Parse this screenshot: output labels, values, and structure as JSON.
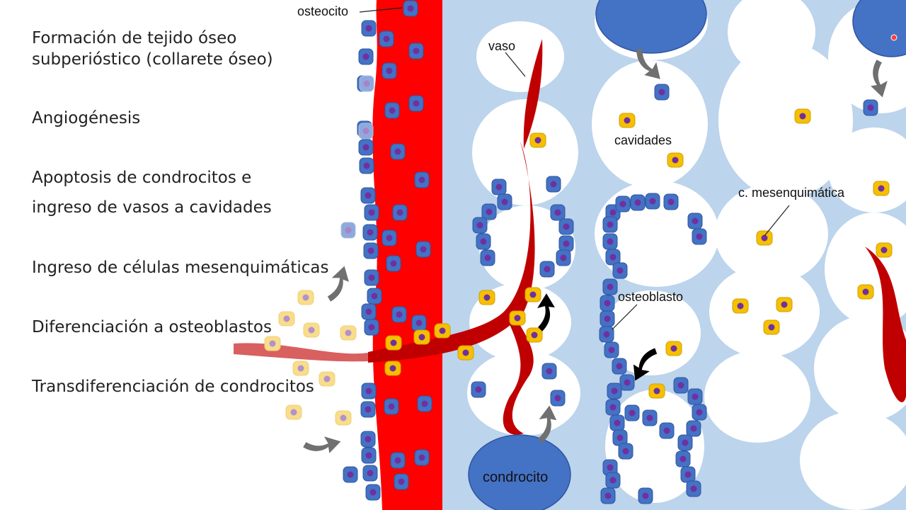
{
  "steps": [
    {
      "line1": "Formación de tejido óseo",
      "line2": "subperióstico (collarete óseo)"
    },
    {
      "line1": "Angiogénesis"
    },
    {
      "line1": "Apoptosis de condrocitos e",
      "line2": "ingreso de vasos a cavidades"
    },
    {
      "line1": "Ingreso de células mesenquimáticas"
    },
    {
      "line1": "Diferenciación a osteoblastos"
    },
    {
      "line1": "Transdiferenciación de condrocitos"
    }
  ],
  "labels": {
    "osteocito": "osteocito",
    "vaso": "vaso",
    "cavidades": "cavidades",
    "mesenquimatica": "c. mesenquimática",
    "osteoblasto": "osteoblasto",
    "condrocito": "condrocito"
  },
  "colors": {
    "matrix": "#bcd4ec",
    "bone_collar": "#ff0000",
    "vessel": "#c00000",
    "vessel_light": "#d86060",
    "osteoblast": "#4472c4",
    "osteoblast_nucleus": "#7030a0",
    "mesenchymal": "#f5c000",
    "chondrocyte": "#4472c4",
    "arrow_gray": "#707070",
    "arrow_black": "#000000"
  }
}
